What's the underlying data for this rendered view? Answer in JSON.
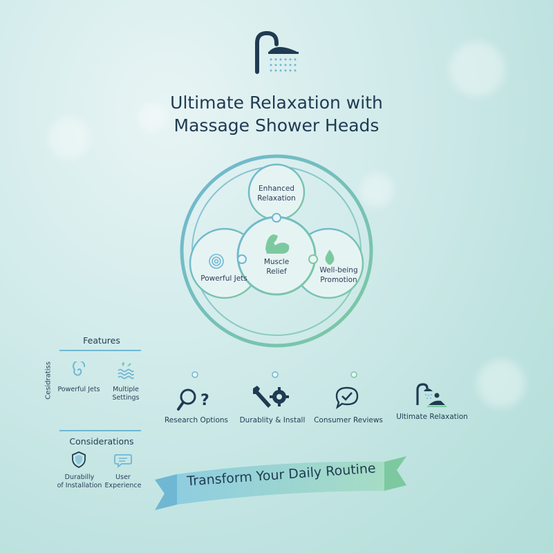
{
  "title_line1": "Ultimate Relaxation with",
  "title_line2": "Massage Shower Heads",
  "venn": {
    "top": "Enhanced\nRelaxation",
    "center": "Muscle\nRelief",
    "left": "Powerful Jets",
    "right": "Well-being\nPromotion"
  },
  "features": {
    "heading": "Features",
    "items": [
      "Powerful Jets",
      "Multiple\nSettings"
    ]
  },
  "side_label": "Cesidratiss",
  "considerations": {
    "heading": "Considerations",
    "items": [
      "Durabilly\nof Installation",
      "User\nExperience"
    ]
  },
  "timeline": [
    "Research Options",
    "Durablity & Install",
    "Consumer Reviews",
    "Ultimate Relaxation"
  ],
  "banner": "Transform Your Daily Routine",
  "colors": {
    "navy": "#1f3b52",
    "blue": "#6fb7d3",
    "green": "#7cc9a0"
  }
}
